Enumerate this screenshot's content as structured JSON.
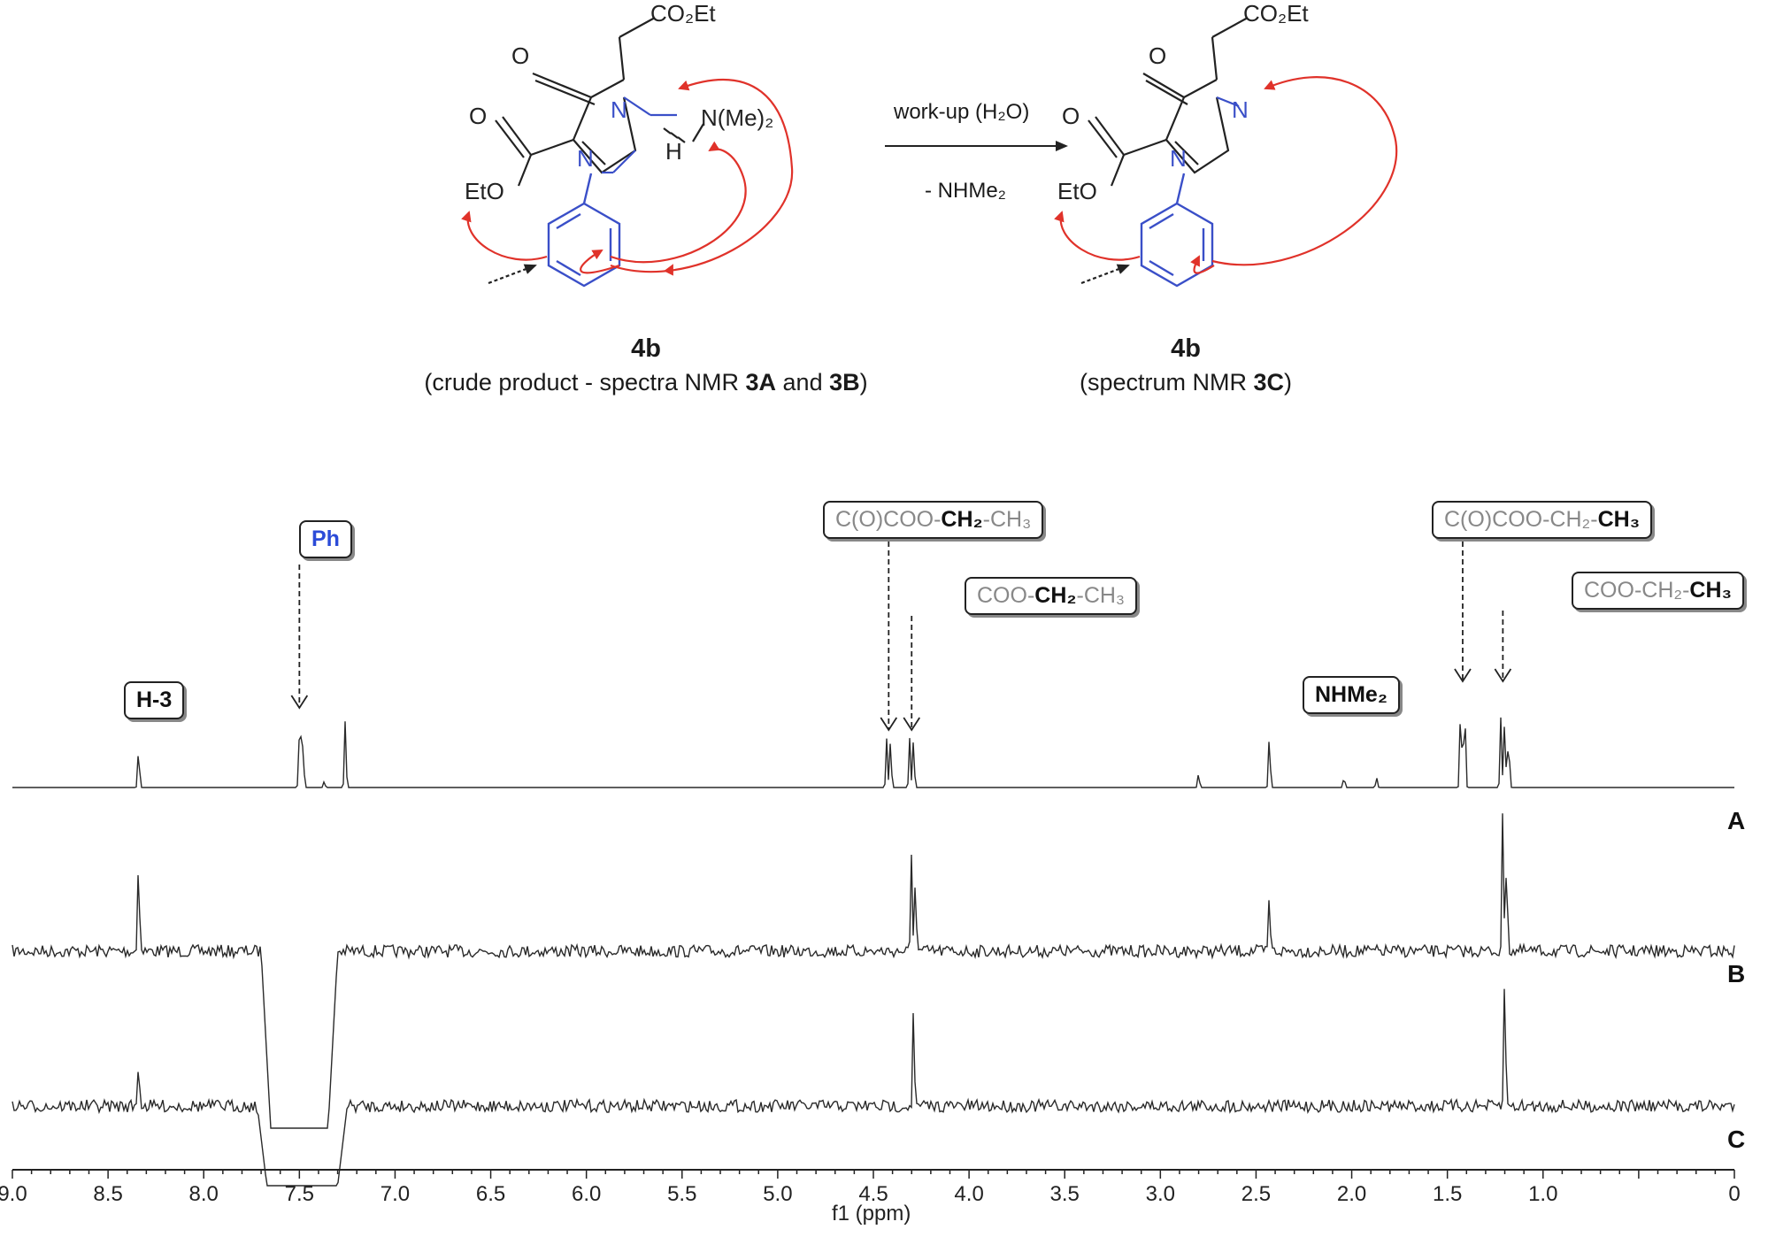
{
  "scheme": {
    "compound_left": "4b",
    "caption_left_prefix": "(crude product - spectra NMR ",
    "caption_left_b1": "3A",
    "caption_left_mid": " and ",
    "caption_left_b2": "3B",
    "caption_left_suffix": ")",
    "compound_right": "4b",
    "caption_right_prefix": "(spectrum NMR ",
    "caption_right_b": "3C",
    "caption_right_suffix": ")",
    "arrow_top": "work-up (H₂O)",
    "arrow_bottom": "- NHMe₂",
    "atoms": {
      "co2et": "CO₂Et",
      "o": "O",
      "n": "N",
      "h": "H",
      "nme2": "N(Me)₂",
      "eto": "EtO"
    },
    "colors": {
      "ring": "#3a4fc8",
      "arrows": "#e0322a",
      "bonds": "#222222"
    }
  },
  "chart_data": {
    "type": "line",
    "xlabel": "f1 (ppm)",
    "xlim": [
      9.0,
      0.0
    ],
    "ticks": [
      9.0,
      8.5,
      8.0,
      7.5,
      7.0,
      6.5,
      6.0,
      5.5,
      5.0,
      4.5,
      4.0,
      3.5,
      3.0,
      2.5,
      2.0,
      1.5,
      1.0,
      0
    ],
    "tick_labels": [
      "9.0",
      "8.5",
      "8.0",
      "7.5",
      "7.0",
      "6.5",
      "6.0",
      "5.5",
      "5.0",
      "4.5",
      "4.0",
      "3.5",
      "3.0",
      "2.5",
      "2.0",
      "1.5",
      "1.0",
      "0"
    ],
    "series": [
      {
        "name": "A",
        "peaks": [
          {
            "x": 8.34,
            "h": 0.34
          },
          {
            "x": 7.5,
            "h": 0.4
          },
          {
            "x": 7.49,
            "h": 0.38
          },
          {
            "x": 7.48,
            "h": 0.3
          },
          {
            "x": 7.37,
            "h": 0.05
          },
          {
            "x": 7.26,
            "h": 0.55
          },
          {
            "x": 4.43,
            "h": 0.4
          },
          {
            "x": 4.41,
            "h": 0.4
          },
          {
            "x": 4.31,
            "h": 0.4
          },
          {
            "x": 4.29,
            "h": 0.4
          },
          {
            "x": 2.8,
            "h": 0.12
          },
          {
            "x": 2.43,
            "h": 0.45
          },
          {
            "x": 2.04,
            "h": 0.09
          },
          {
            "x": 1.87,
            "h": 0.08
          },
          {
            "x": 1.43,
            "h": 0.75
          },
          {
            "x": 1.41,
            "h": 0.75
          },
          {
            "x": 1.22,
            "h": 0.58
          },
          {
            "x": 1.2,
            "h": 0.58
          },
          {
            "x": 1.18,
            "h": 0.45
          }
        ]
      },
      {
        "name": "B",
        "peaks": [
          {
            "x": 8.34,
            "h": 0.7
          },
          {
            "x": 4.3,
            "h": 0.65
          },
          {
            "x": 4.28,
            "h": 0.55
          },
          {
            "x": 2.43,
            "h": 0.4
          },
          {
            "x": 1.21,
            "h": 0.95
          },
          {
            "x": 1.19,
            "h": 0.7
          }
        ],
        "suppressed_region": [
          7.7,
          7.3
        ]
      },
      {
        "name": "C",
        "peaks": [
          {
            "x": 8.34,
            "h": 0.35
          },
          {
            "x": 4.29,
            "h": 0.65
          },
          {
            "x": 1.2,
            "h": 0.95
          }
        ],
        "suppressed_region": [
          7.72,
          7.25
        ]
      }
    ],
    "annotations": [
      {
        "id": "h3",
        "text": "H-3",
        "style": "dark"
      },
      {
        "id": "ph",
        "text": "Ph",
        "style": "blue"
      },
      {
        "id": "cococh2",
        "prefix": "C(O)COO-",
        "bold": "CH₂",
        "suffix": "-CH₃"
      },
      {
        "id": "cooch2",
        "prefix": "COO-",
        "bold": "CH₂",
        "suffix": "-CH₃"
      },
      {
        "id": "nhme2",
        "text": "NHMe₂",
        "style": "dark"
      },
      {
        "id": "cococh3",
        "prefix": "C(O)COO-CH₂-",
        "bold": "CH₃",
        "suffix": ""
      },
      {
        "id": "cooch3",
        "prefix": "COO-CH₂-",
        "bold": "CH₃",
        "suffix": ""
      }
    ]
  }
}
